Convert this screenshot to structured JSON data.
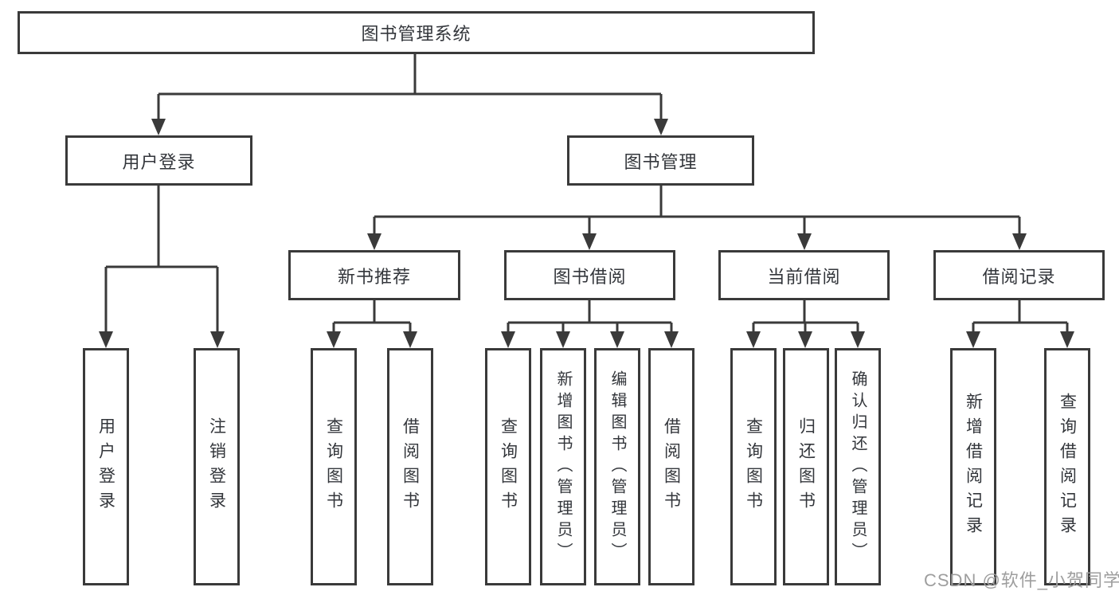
{
  "tree": {
    "root": {
      "label": "图书管理系统",
      "children": [
        {
          "label": "用户登录",
          "children": [
            {
              "label": "用户登录"
            },
            {
              "label": "注销登录"
            }
          ]
        },
        {
          "label": "图书管理",
          "children": [
            {
              "label": "新书推荐",
              "children": [
                {
                  "label": "查询图书"
                },
                {
                  "label": "借阅图书"
                }
              ]
            },
            {
              "label": "图书借阅",
              "children": [
                {
                  "label": "查询图书"
                },
                {
                  "label": "新增图书（管理员）"
                },
                {
                  "label": "编辑图书（管理员）"
                },
                {
                  "label": "借阅图书"
                }
              ]
            },
            {
              "label": "当前借阅",
              "children": [
                {
                  "label": "查询图书"
                },
                {
                  "label": "归还图书"
                },
                {
                  "label": "确认归还（管理员）"
                }
              ]
            },
            {
              "label": "借阅记录",
              "children": [
                {
                  "label": "新增借阅记录"
                },
                {
                  "label": "查询借阅记录"
                }
              ]
            }
          ]
        }
      ]
    }
  },
  "watermark": {
    "text": "CSDN @软件_小贺同学"
  },
  "colors": {
    "line": "#3a3a3a",
    "text": "#33363b",
    "watermark": "#9e9e9e",
    "background": "#ffffff"
  }
}
